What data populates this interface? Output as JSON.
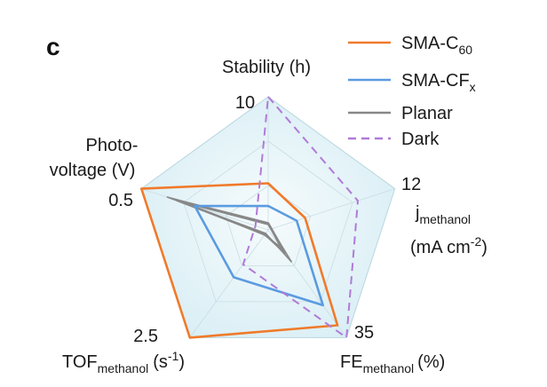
{
  "panel_label": "c",
  "chart_data": {
    "type": "radar",
    "axes": [
      {
        "label": "Stability (h)",
        "max_label": "10",
        "max": 10
      },
      {
        "label_main": "j",
        "label_sub": "methanol",
        "label_unit_pre": "(mA cm",
        "label_unit_sup": "-2",
        "label_unit_post": ")",
        "max_label": "12",
        "max": 12
      },
      {
        "label_main": "FE",
        "label_sub": "methanol",
        "label_unit": "(%)",
        "max_label": "35",
        "max": 35
      },
      {
        "label_main": "TOF",
        "label_sub": "methanol",
        "label_unit_pre": "(s",
        "label_unit_sup": "-1",
        "label_unit_post": ")",
        "max_label": "2.5",
        "max": 2.5
      },
      {
        "label_line1": "Photo-",
        "label_line2": "voltage (V)",
        "max_label": "0.5",
        "max": 0.5
      }
    ],
    "grid_levels": 3,
    "series": [
      {
        "name_main": "SMA-C",
        "name_sub": "60",
        "color": "#f07a2a",
        "dash": "solid",
        "values": [
          3.5,
          3.5,
          31,
          2.5,
          0.5
        ]
      },
      {
        "name_main": "SMA-CF",
        "name_sub": "x",
        "color": "#5b9be0",
        "dash": "solid",
        "values": [
          1.8,
          2.7,
          24.5,
          1.1,
          0.29
        ]
      },
      {
        "name_main": "Planar",
        "name_sub": "",
        "color": "#888888",
        "dash": "solid",
        "values": [
          0.5,
          0.3,
          7.5,
          0.1,
          0.36
        ]
      },
      {
        "name_main": "Dark",
        "name_sub": "",
        "color": "#b07ad8",
        "dash": "dashed",
        "values": [
          10,
          8.5,
          35,
          0.8,
          0.05
        ]
      }
    ],
    "extra_series_lines": [
      {
        "color": "#888888",
        "values": [
          0.4,
          0.25,
          5.5,
          0.12,
          0.33
        ]
      },
      {
        "color": "#888888",
        "values": [
          0.45,
          0.3,
          10.5,
          0.08,
          0.4
        ]
      }
    ],
    "fill_color": "#e4f3f8"
  }
}
